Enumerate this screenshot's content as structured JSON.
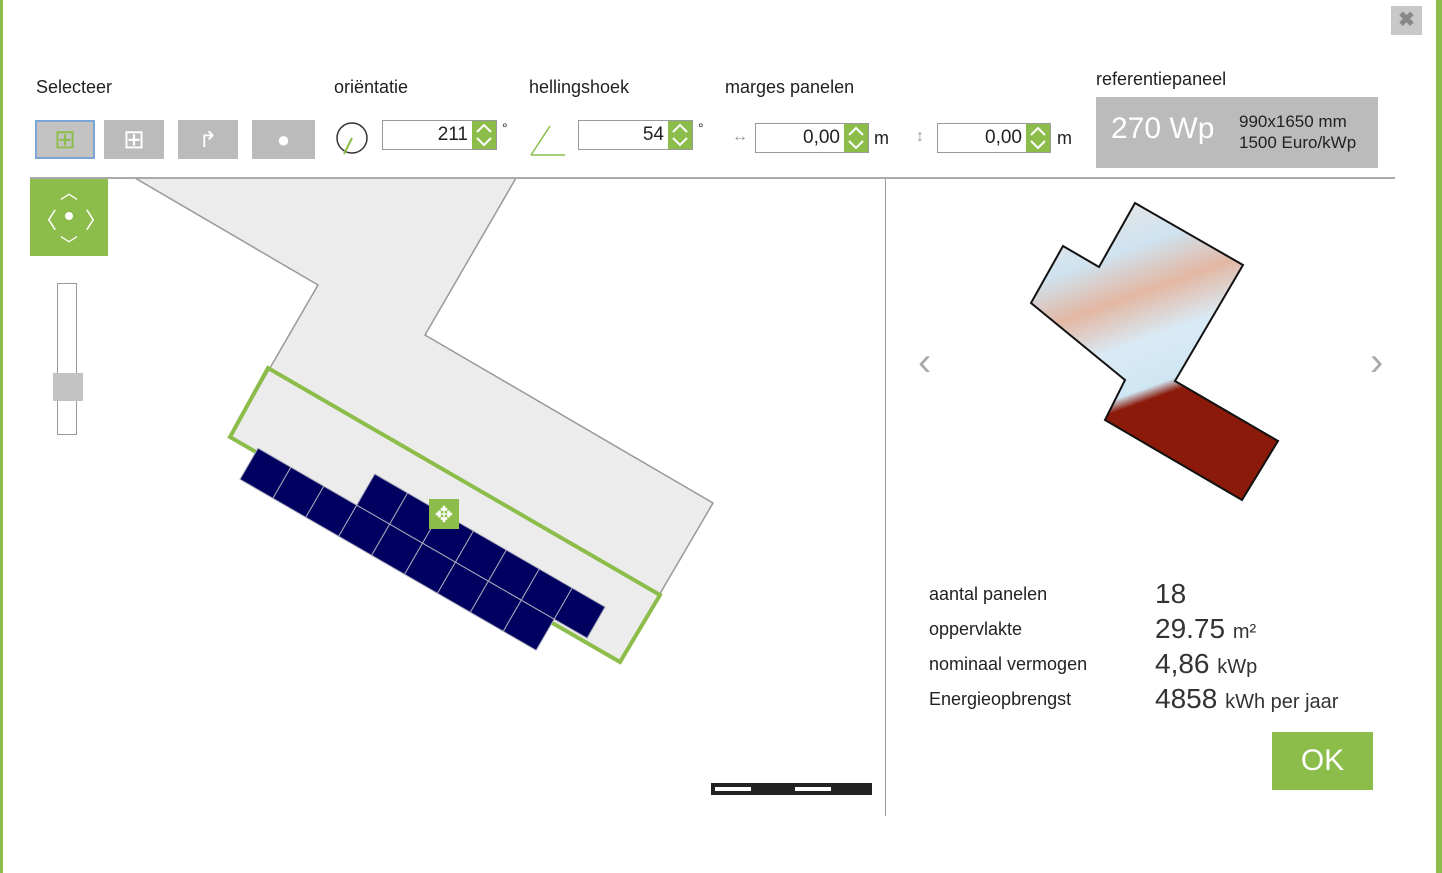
{
  "toolbar": {
    "select_label": "Selecteer",
    "orientation_label": "oriëntatie",
    "orientation_value": "211",
    "degree": "°",
    "tilt_label": "hellingshoek",
    "tilt_value": "54",
    "margins_label": "marges panelen",
    "margin_h_value": "0,00",
    "margin_v_value": "0,00",
    "unit_m": "m",
    "reference_label": "referentiepaneel",
    "ref_power": "270 Wp",
    "ref_size": "990x1650 mm",
    "ref_price": "1500 Euro/kWp"
  },
  "stats": {
    "panels_label": "aantal panelen",
    "panels_value": "18",
    "area_label": "oppervlakte",
    "area_value": "29.75",
    "area_unit": "m²",
    "power_label": "nominaal vermogen",
    "power_value": "4,86",
    "power_unit": "kWp",
    "energy_label": "Energieopbrengst",
    "energy_value": "4858",
    "energy_unit": "kWh per jaar"
  },
  "ok_label": "OK",
  "colors": {
    "accent": "#8cbd4a",
    "panel": "#000060",
    "heat_red": "#8b1a0a"
  }
}
